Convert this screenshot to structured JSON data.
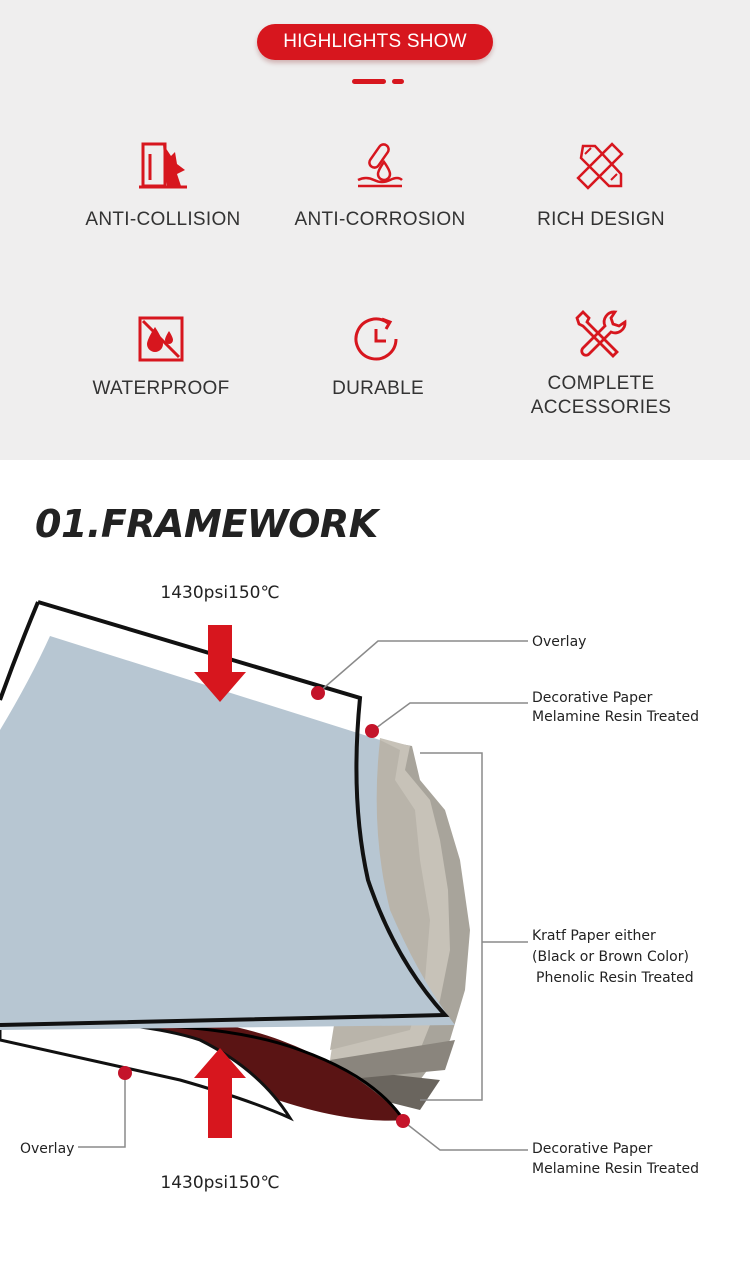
{
  "highlights": {
    "badge": "HIGHLIGHTS SHOW",
    "features": [
      {
        "icon": "anti-collision-icon",
        "label": "ANTI-COLLISION"
      },
      {
        "icon": "anti-corrosion-icon",
        "label": "ANTI-CORROSION"
      },
      {
        "icon": "rich-design-icon",
        "label": "RICH DESIGN"
      },
      {
        "icon": "waterproof-icon",
        "label": "WATERPROOF"
      },
      {
        "icon": "durable-icon",
        "label": "DURABLE"
      },
      {
        "icon": "complete-accessories-icon",
        "label_line1": "COMPLETE",
        "label_line2": "ACCESSORIES"
      }
    ]
  },
  "framework": {
    "title": "01.FRAMEWORK",
    "pressure_top": "1430psi150℃",
    "pressure_bottom": "1430psi150℃",
    "callouts": {
      "overlay_top": "Overlay",
      "decorative_top_1": "Decorative Paper",
      "decorative_top_2": "Melamine Resin Treated",
      "kraft_1": "Kratf Paper either",
      "kraft_2": "(Black or Brown Color)",
      "kraft_3": "Phenolic Resin Treated",
      "overlay_bottom": "Overlay",
      "decorative_bottom_1": "Decorative Paper",
      "decorative_bottom_2": "Melamine Resin Treated"
    }
  },
  "colors": {
    "accent": "#d7161e",
    "panel": "#efeeee",
    "layer_blue": "#b7c6d2",
    "kraft": "#b0aca4",
    "dark_red": "#5a1414"
  }
}
